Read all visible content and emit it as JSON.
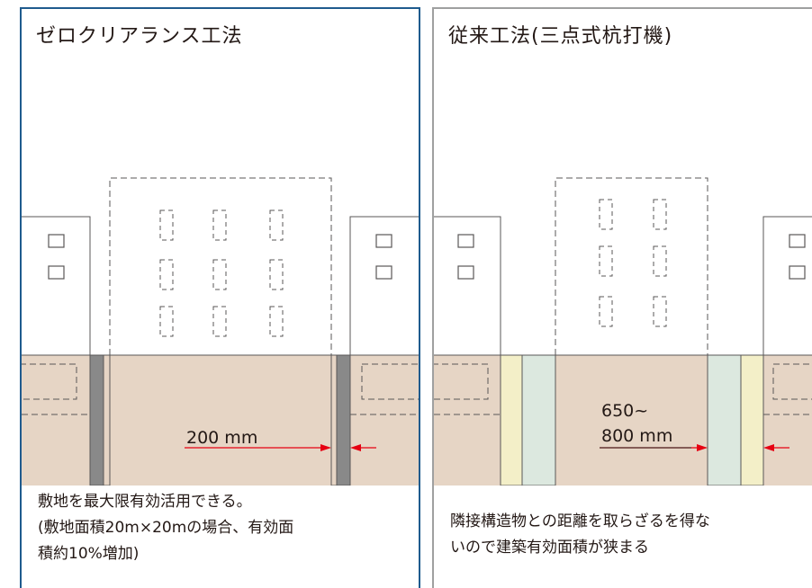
{
  "colors": {
    "left_frame": "#1f5b8e",
    "right_frame": "#9fa0a0",
    "ground": "#e6d5c5",
    "pile_gray": "#898989",
    "pile_green": "#dce8df",
    "pile_yellow": "#f3efc8",
    "arrow_red": "#e60012"
  },
  "left": {
    "title": "ゼロクリアランス工法",
    "dimension": "200 mm",
    "caption_lines": [
      "敷地を最大限有効活用できる。",
      "(敷地面積20m×20mの場合、有効面",
      "積約10%増加)"
    ]
  },
  "right": {
    "title": "従来工法(三点式杭打機)",
    "dimension_lines": [
      "650~",
      "800 mm"
    ],
    "caption_lines": [
      "隣接構造物との距離を取らざるを得な",
      "いので建築有効面積が狭まる"
    ]
  }
}
